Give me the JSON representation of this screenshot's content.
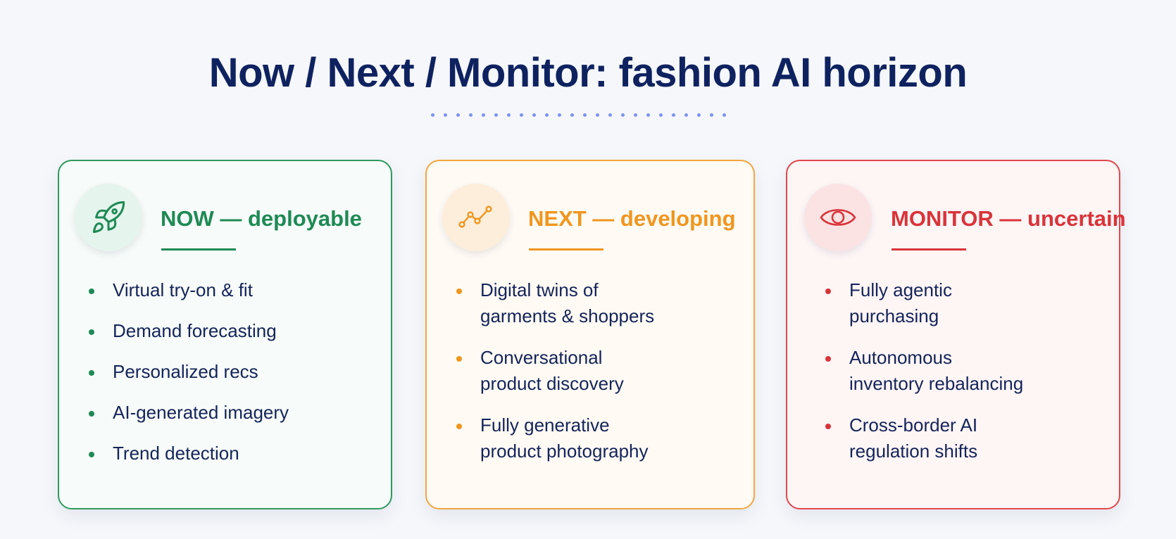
{
  "title": "Now / Next / Monitor: fashion AI horizon",
  "columns": {
    "now": {
      "heading": "NOW — deployable",
      "icon": "rocket-icon",
      "color": "#1e8a55",
      "items": [
        [
          "Virtual try-on & fit"
        ],
        [
          "Demand forecasting"
        ],
        [
          "Personalized recs"
        ],
        [
          "AI-generated imagery"
        ],
        [
          "Trend detection"
        ]
      ]
    },
    "next": {
      "heading": "NEXT — developing",
      "icon": "trend-line-icon",
      "color": "#f0961e",
      "items": [
        [
          "Digital twins of",
          "garments & shoppers"
        ],
        [
          "Conversational",
          "product discovery"
        ],
        [
          "Fully generative",
          "product photography"
        ]
      ]
    },
    "monitor": {
      "heading": "MONITOR — uncertain",
      "icon": "eye-icon",
      "color": "#d9343a",
      "items": [
        [
          "Fully agentic",
          "purchasing"
        ],
        [
          "Autonomous",
          "inventory rebalancing"
        ],
        [
          "Cross-border AI",
          "regulation shifts"
        ]
      ]
    }
  }
}
